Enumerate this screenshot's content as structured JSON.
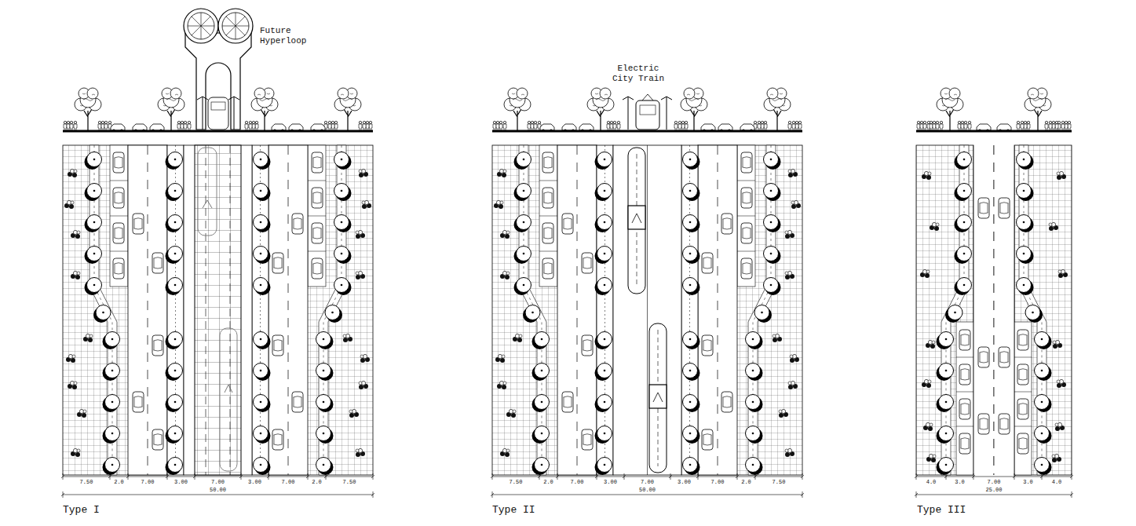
{
  "diagram": {
    "labels": [
      "Future Hyperloop",
      "7.50",
      "2.0",
      "7.00",
      "3.00",
      "7.00",
      "3.00",
      "7.00",
      "2.0",
      "7.50",
      "50.00",
      "Type I",
      "Electric City Train",
      "7.50",
      "2.0",
      "7.00",
      "3.00",
      "7.00",
      "3.00",
      "7.00",
      "2.0",
      "7.50",
      "50.00",
      "Type II",
      "4.0",
      "3.0",
      "7.00",
      "3.0",
      "4.0",
      "25.00",
      "Type III"
    ]
  }
}
